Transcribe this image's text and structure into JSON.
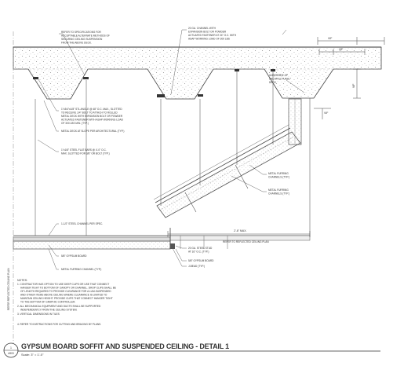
{
  "title_block": {
    "detail_number": "1",
    "sheet": "A903",
    "title": "GYPSUM BOARD SOFFIT AND SUSPENDED CEILING - DETAIL 1",
    "scale": "Scale: 3\" = 1'-0\""
  },
  "dimensions": {
    "top_1": "VIF",
    "top_2": "VIF",
    "right_vertical": "VIF",
    "offset": "VIF",
    "bottom_span": "2'-6\" MAX.",
    "bottom_note": "REFER TO REFLECTED CEILING PLAN"
  },
  "callouts": {
    "top_left": [
      "REFER TO SPECIFICATIONS FOR",
      "ACCEPTABLE ALTERNATE METHODS OF",
      "SECURING CEILING SUSPENSION",
      "FROM THE ABOVE DECK."
    ],
    "top_center": [
      "20 GA. CHANNEL WITH",
      "EXPANSION BOLT OR POWDER",
      "ACTUATED FASTENER AT 24\" O.C. WITH",
      "ASAP WORKING LOAD OF 300 LBS"
    ],
    "underside_deck": [
      "UNDERSIDE OF",
      "ARCHITECTURAL",
      "DECK"
    ],
    "angle_clip": [
      "1\"x3/4\"x1/8\" STL ANGLE @ 48\" O.C. MAX., SLOTTED",
      "TO RECEIVE 1/4\" BOLT TO ATTACH TO ROLLED",
      "METAL DECK WITH EXPANSION BOLT OR POWDER",
      "ACTUATED FASTENER WITH ASAP WORKING LOAD",
      "OF 300 LBS MIN. (TYP.)"
    ],
    "deck_slope": [
      "METAL DECK AT SLOPE PER ARCHITECTURAL (TYP.)"
    ],
    "flat_bars": [
      "1\"x1/8\" STEEL FLAT BARS @ 4'-0\" O.C.",
      "MAX. SLOTTED FOR 3/8\" OR BOLT (TYP.)"
    ],
    "furring_1": [
      "METAL FURRING",
      "CHANNELS (TYP.)"
    ],
    "furring_2": [
      "METAL FURRING",
      "CHANNELS (TYP.)"
    ],
    "channel": [
      "1-1/2\" STEEL CHANNEL PER SPEC."
    ],
    "gyp_left": [
      "5/8\" GYPSUM BOARD"
    ],
    "furring_3": [
      "METAL FURRING CHANNEL (TYP.)"
    ],
    "studs": [
      "20 GA. STEEL STUD",
      "AT 16\" O.C. (TYP.)"
    ],
    "gyp_right": [
      "5/8\" GYPSUM BOARD"
    ],
    "j_bead": [
      "J-BEAD (TYP.)"
    ]
  },
  "notes": {
    "heading": "NOTES:",
    "lines": [
      "1. CONTRACTOR HAS OPTION TO USE DEEP CLIPS OR USE THAT CONNECT",
      "HANGER TIGHT TO BOTTOM OF CANOPY OR CHANNEL. DROP CLIPS SHALL BE",
      "OF LENGTH REQUIRED TO PROVIDE CLEARANCE FOR A LUM-SUSPENDED",
      "AND OTHER ITEMS ABOVE CEILING WHERE CLEARANCE IS LIMITED TO",
      "MAINTAIN CEILING HEIGHT. PROVIDE CLIPS THAT CONNECT HANGER TIGHT",
      "TO THE BOTTOM OF GRAPHIC CONTROLLER.",
      "2. ALL MECHANICAL EQUIPMENT AND DUCTS SHALL BE SUPPORTED",
      "INDEPENDENTLY FROM THE CEILING SYSTEM.",
      "3. VERTICAL DIMENSIONS IN TILES"
    ],
    "refer": "4. REFER TO INSTRUCTIONS FOR CUTTING AND BRACING BY PLANS."
  },
  "vertical_label": "REFER REFLECTED CEILING PLAN"
}
